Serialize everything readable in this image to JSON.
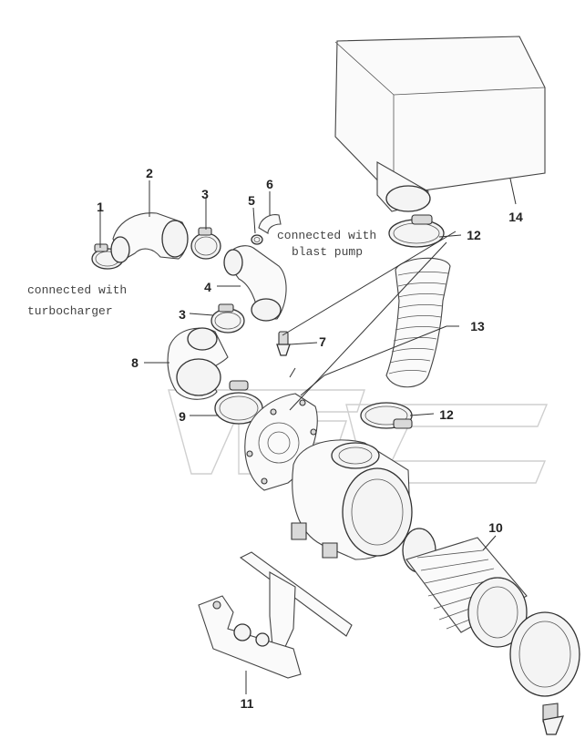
{
  "callouts": {
    "c1": "1",
    "c2": "2",
    "c3a": "3",
    "c3b": "3",
    "c4": "4",
    "c5": "5",
    "c6": "6",
    "c7": "7",
    "c8": "8",
    "c9": "9",
    "c10": "10",
    "c11": "11",
    "c12a": "12",
    "c12b": "12",
    "c13": "13",
    "c14": "14"
  },
  "notes": {
    "turbo_line1": "connected with",
    "turbo_line2": "turbocharger",
    "blast_line1": "connected with",
    "blast_line2": "blast pump"
  }
}
